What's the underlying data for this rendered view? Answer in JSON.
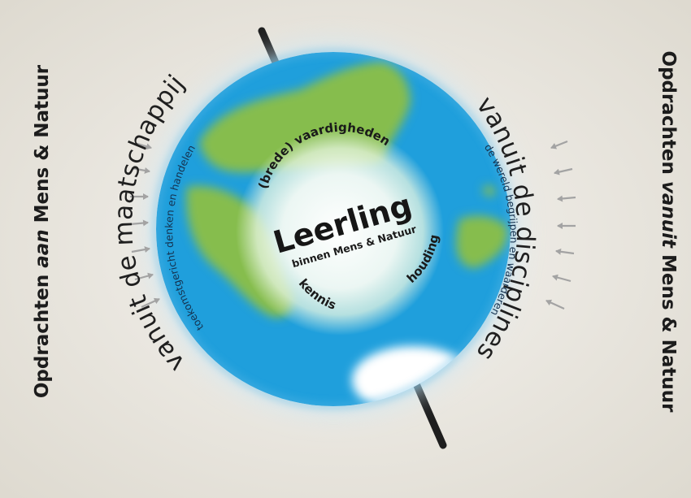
{
  "left_title": {
    "part1": "Opdrachten ",
    "emph": "aan",
    "part2": " Mens & Natuur"
  },
  "right_title": {
    "part1": "Opdrachten ",
    "emph": "vanuit",
    "part2": " Mens & Natuur"
  },
  "left_arc_text": "vanuit de maatschappij",
  "right_arc_text": "vanuit de disciplines",
  "globe": {
    "left_ring_text": "toekomstgericht denken en handelen",
    "right_ring_text": "de wereld begrijpen en waarderen"
  },
  "core": {
    "title": "Leerling",
    "subtitle": "binnen Mens & Natuur",
    "top_word": "(brede) vaardigheden",
    "right_word": "houding",
    "bottom_word": "kennis"
  },
  "colors": {
    "ocean": "#1f9fdc",
    "land": "#86bd4e",
    "ice": "#ffffff",
    "axis": "#1e1e1e",
    "arrows": "#a3a3a3",
    "background": "#e9e6de"
  },
  "icons": {
    "inward_arrows": "arrow-right-icon",
    "outward_arrows": "arrow-left-icon"
  }
}
